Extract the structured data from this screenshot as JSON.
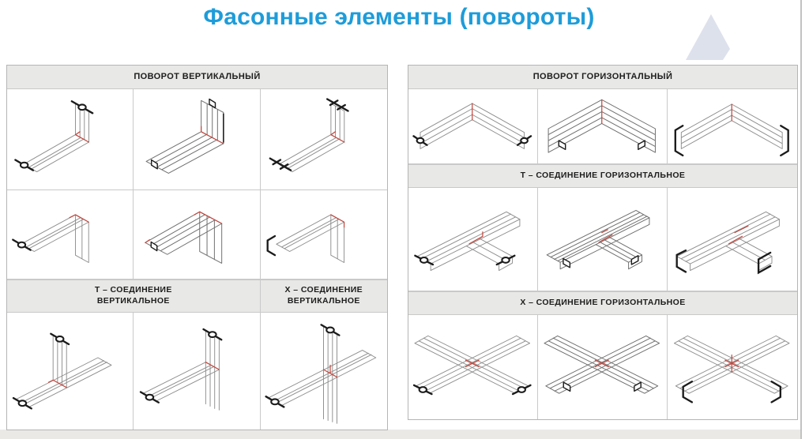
{
  "page": {
    "title": "Фасонные элементы (повороты)"
  },
  "left_panel": {
    "title": "ПОВОРОТ ВЕРТИКАЛЬНЫЙ",
    "t_joint_header": "Т – СОЕДИНЕНИЕ\nВЕРТИКАЛЬНОЕ",
    "x_joint_header": "Х – СОЕДИНЕНИЕ\nВЕРТИКАЛЬНОЕ",
    "figure_names": [
      "vertical-corner-profile-hook-lock",
      "vertical-corner-wide-profile",
      "vertical-corner-profile-tee-lock",
      "vertical-corner-down-hook-lock",
      "vertical-corner-down-wide-profile",
      "vertical-corner-down-clip-lock",
      "tee-joint-vertical-hook-lock",
      "tee-joint-vertical-through-panel",
      "cross-joint-vertical"
    ]
  },
  "right_panel": {
    "corner_header": "ПОВОРОТ ГОРИЗОНТАЛЬНЫЙ",
    "t_joint_header": "Т – СОЕДИНЕНИЕ ГОРИЗОНТАЛЬНОЕ",
    "x_joint_header": "Х – СОЕДИНЕНИЕ ГОРИЗОНТАЛЬНОЕ",
    "figure_names": [
      "horizontal-corner-hook-lock",
      "horizontal-corner-wide-profile",
      "horizontal-corner-clip-lock",
      "tee-joint-horizontal-hook-lock",
      "tee-joint-horizontal-wide-profile",
      "tee-joint-horizontal-clip-lock",
      "cross-joint-horizontal-hook-lock",
      "cross-joint-horizontal-wide-profile",
      "cross-joint-horizontal-clip-lock"
    ]
  },
  "colors": {
    "title_blue": "#1e9cd9",
    "joint_red": "#c2473e",
    "header_background": "#e8e8e6",
    "table_border": "#c9c9c9",
    "triangle_decoration": "#dde1ec"
  }
}
